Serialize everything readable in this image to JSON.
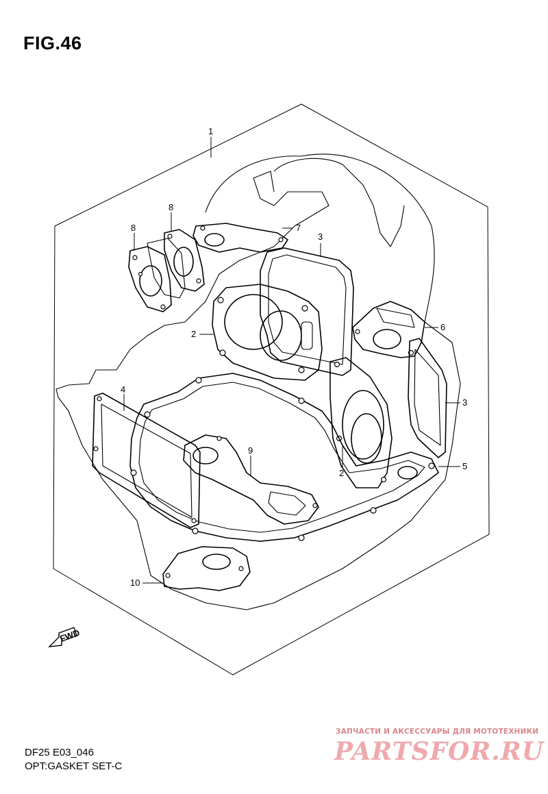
{
  "figure_title": "FIG.46",
  "model_code": "DF25 E03_046",
  "assembly_name": "OPT:GASKET SET-C",
  "fwd_label": "FWD",
  "watermark": {
    "tagline": "ЗАПЧАСТИ И АКСЕССУАРЫ ДЛЯ МОТОТЕХНИКИ",
    "logo": "PARTSFOR.RU"
  },
  "callouts": {
    "c1": "1",
    "c2a": "2",
    "c2b": "2",
    "c3a": "3",
    "c3b": "3",
    "c4": "4",
    "c5": "5",
    "c6": "6",
    "c7": "7",
    "c8a": "8",
    "c8b": "8",
    "c9": "9",
    "c10": "10"
  }
}
